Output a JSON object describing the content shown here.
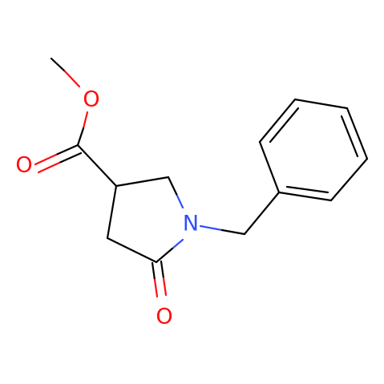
{
  "molecule": {
    "atoms": [
      {
        "id": "ester_o",
        "label": "O",
        "color": "#ff0d0d"
      },
      {
        "id": "carbonyl_o_ester",
        "label": "O",
        "color": "#ff0d0d"
      },
      {
        "id": "ring_n",
        "label": "N",
        "color": "#3050f8"
      },
      {
        "id": "lactam_o",
        "label": "O",
        "color": "#ff0d0d"
      }
    ],
    "bond_colors": {
      "carbon": "#000000",
      "oxygen": "#ff0d0d",
      "nitrogen": "#3050f8"
    }
  }
}
